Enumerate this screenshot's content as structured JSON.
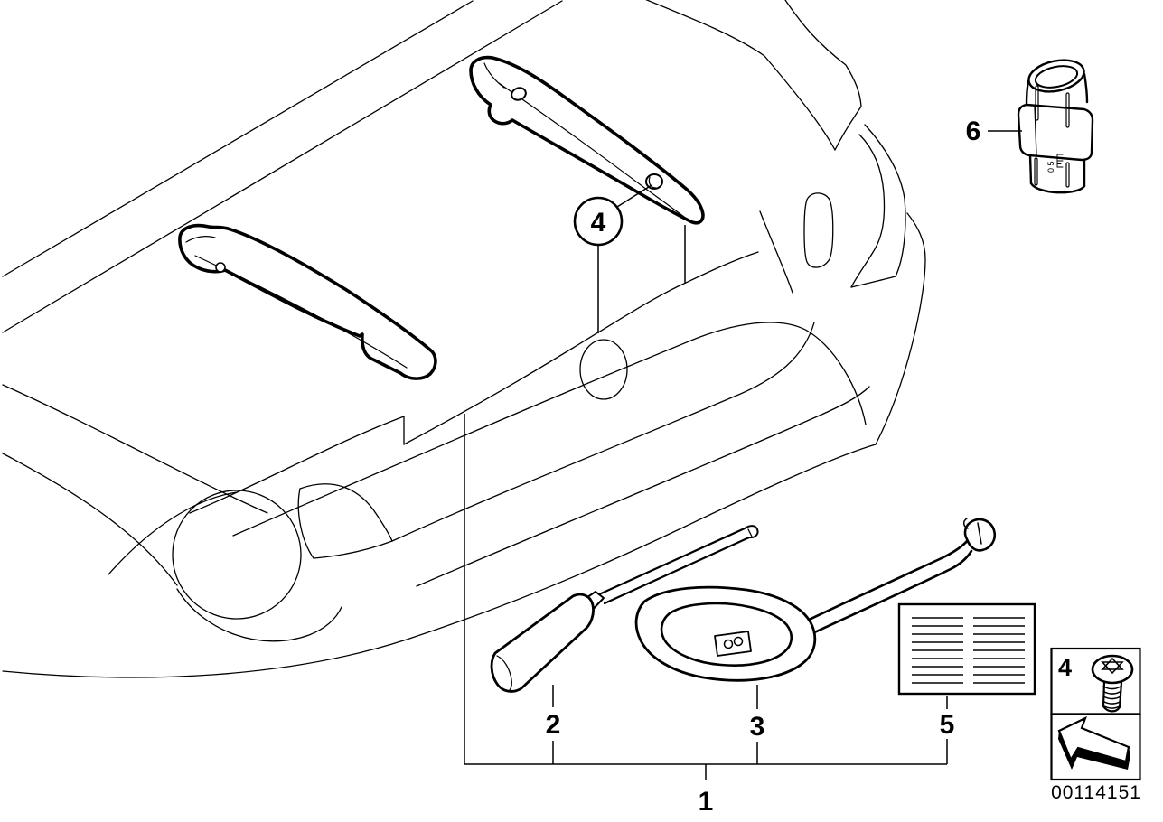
{
  "diagram": {
    "image_number": "00114151",
    "callouts": {
      "c1": "1",
      "c2": "2",
      "c3": "3",
      "c4": "4",
      "c5": "5",
      "c6": "6"
    },
    "legend_screw_label": "4",
    "part6_scale_text": "0 5",
    "colors": {
      "background": "#ffffff",
      "line": "#000000"
    }
  }
}
